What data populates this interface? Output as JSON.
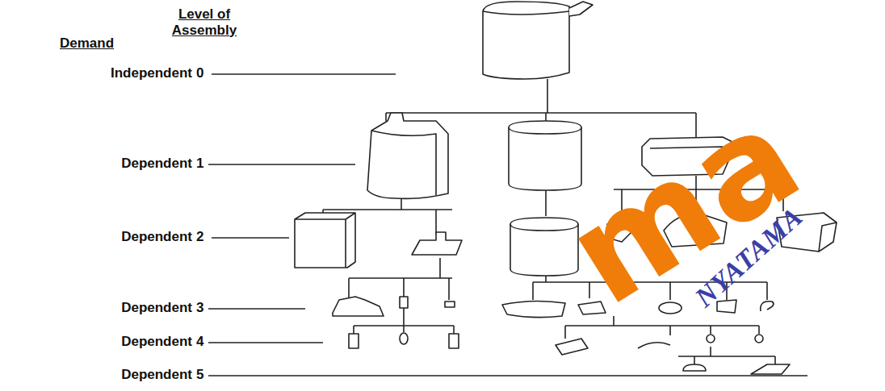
{
  "diagram": {
    "labels": [
      "Demand",
      "Level of Assembly",
      "Independent",
      "0",
      "Dependent",
      "1",
      "Dependent",
      "2",
      "Dependent",
      "3",
      "Dependent",
      "4",
      "Dependent",
      "5",
      "ma",
      "NYATAMA"
    ]
  }
}
